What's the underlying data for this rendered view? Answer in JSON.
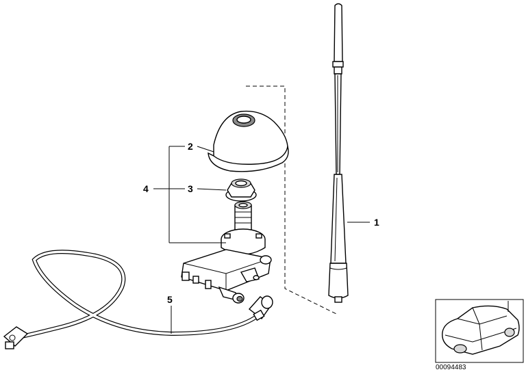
{
  "callouts": [
    {
      "id": "1",
      "label": "1",
      "part": "antenna-rod"
    },
    {
      "id": "2",
      "label": "2",
      "part": "antenna-cover"
    },
    {
      "id": "3",
      "label": "3",
      "part": "nut"
    },
    {
      "id": "4",
      "label": "4",
      "part": "antenna-base-assembly"
    },
    {
      "id": "5",
      "label": "5",
      "part": "antenna-cable"
    }
  ],
  "document_number": "00094483",
  "thumbnail": {
    "icon": "car-sedan-icon"
  }
}
